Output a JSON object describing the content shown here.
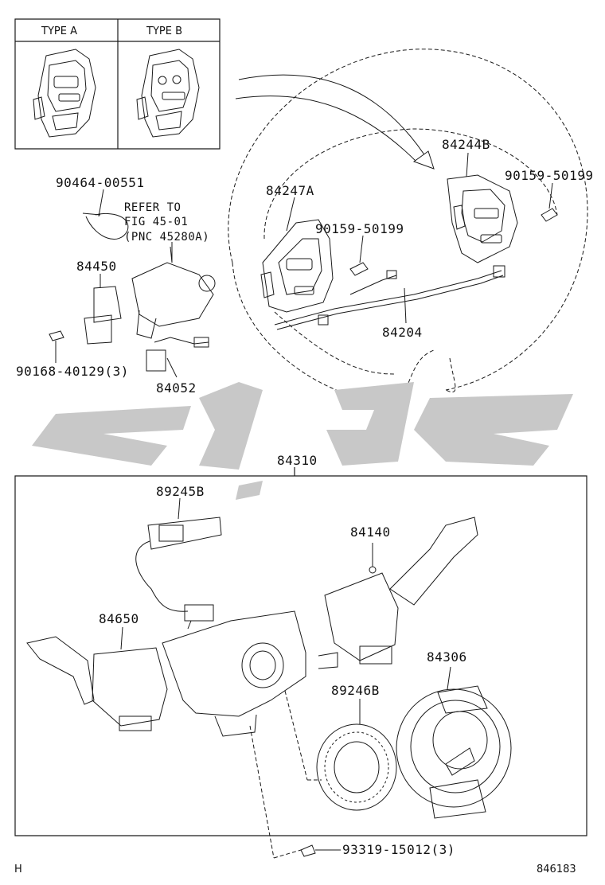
{
  "header": {
    "type_a": "TYPE A",
    "type_b": "TYPE B"
  },
  "labels": {
    "p90464": "90464-00551",
    "refer_line1": "REFER TO",
    "refer_line2": "FIG 45-01",
    "refer_line3": "(PNC 45280A)",
    "p84450": "84450",
    "p90168": "90168-40129(3)",
    "p84052": "84052",
    "p84247a": "84247A",
    "p90159_mid": "90159-50199",
    "p84244b": "84244B",
    "p90159_right": "90159-50199",
    "p84204": "84204",
    "p84310": "84310",
    "p89245b": "89245B",
    "p84140": "84140",
    "p84650": "84650",
    "p84306": "84306",
    "p89246b": "89246B",
    "p93319": "93319-15012(3)"
  },
  "footer": {
    "left": "H",
    "right": "846183"
  },
  "colors": {
    "line": "#1a1a1a",
    "watermark": "#c8c8c8"
  }
}
